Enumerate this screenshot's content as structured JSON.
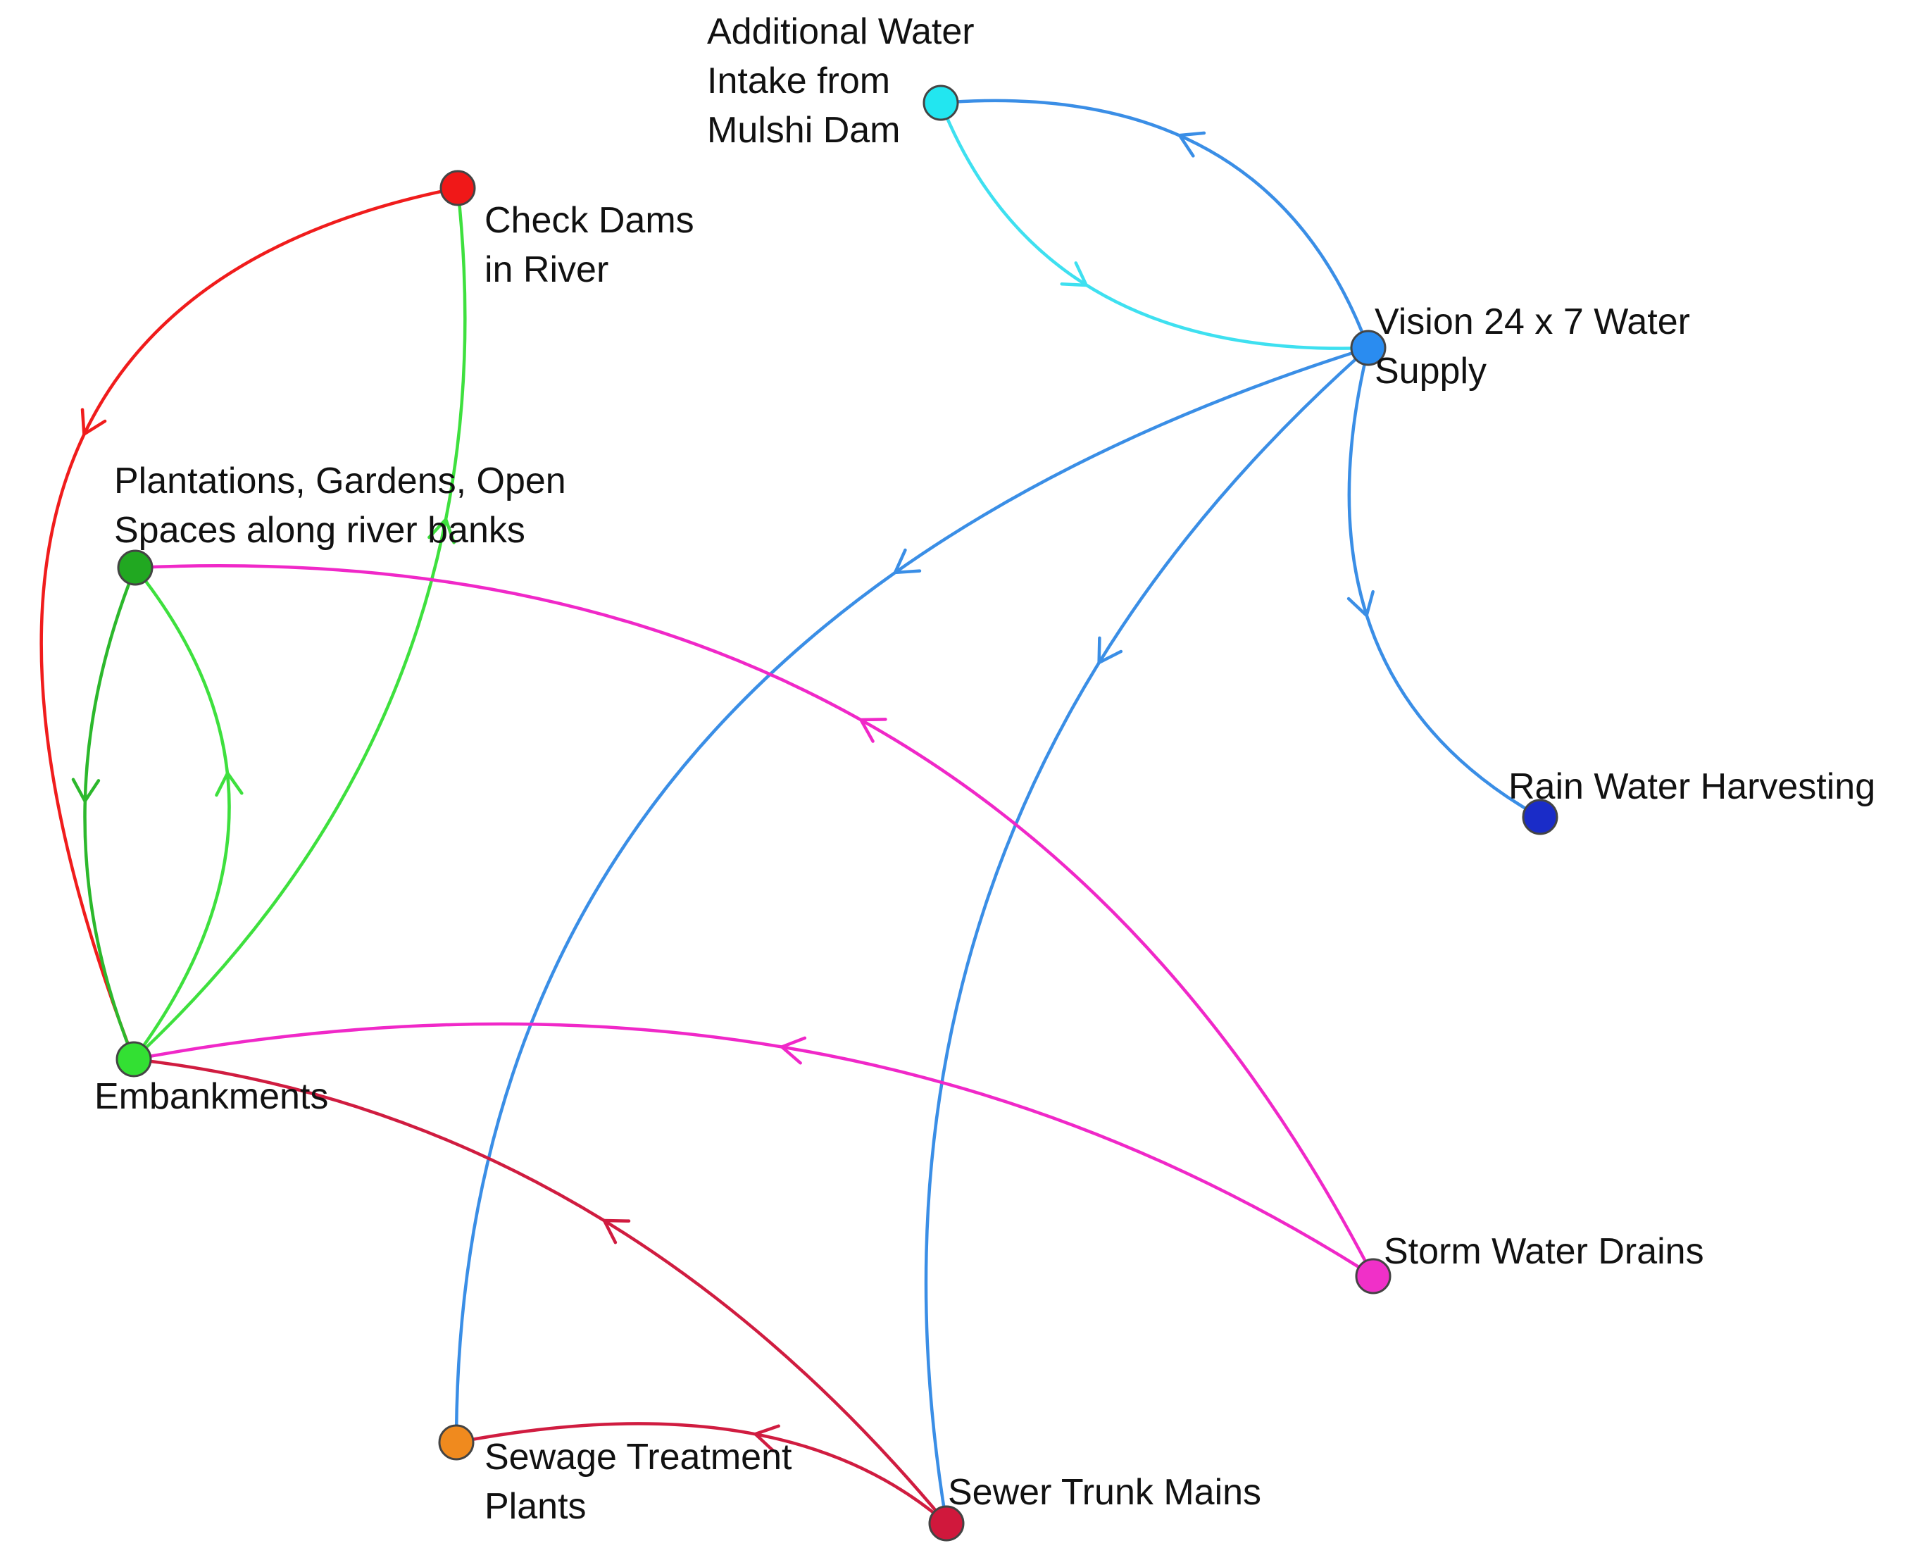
{
  "diagram": {
    "nodes": [
      {
        "id": "mulshi",
        "color": "#22e6f0",
        "label_lines": [
          "Additional Water",
          "Intake from",
          "Mulshi Dam"
        ]
      },
      {
        "id": "checkdams",
        "color": "#f01818",
        "label_lines": [
          "Check Dams",
          "in River"
        ]
      },
      {
        "id": "vision",
        "color": "#2a8cf0",
        "label_lines": [
          "Vision 24 x 7 Water",
          "Supply"
        ]
      },
      {
        "id": "plantations",
        "color": "#21a821",
        "label_lines": [
          "Plantations, Gardens, Open",
          "Spaces along river banks"
        ]
      },
      {
        "id": "rwh",
        "color": "#1a2cc8",
        "label_lines": [
          "Rain Water Harvesting"
        ]
      },
      {
        "id": "embankments",
        "color": "#33e033",
        "label_lines": [
          "Embankments"
        ]
      },
      {
        "id": "storm",
        "color": "#f030c8",
        "label_lines": [
          "Storm Water Drains"
        ]
      },
      {
        "id": "stp",
        "color": "#f08a1e",
        "label_lines": [
          "Sewage Treatment",
          "Plants"
        ]
      },
      {
        "id": "sewer",
        "color": "#d0183c",
        "label_lines": [
          "Sewer Trunk Mains"
        ]
      }
    ],
    "edges": [
      {
        "from": "vision",
        "to": "mulshi",
        "color": "#3a8ee6"
      },
      {
        "from": "mulshi",
        "to": "vision",
        "color": "#3ee0f0"
      },
      {
        "from": "vision",
        "to": "rwh",
        "color": "#3a8ee6"
      },
      {
        "from": "vision",
        "to": "stp",
        "color": "#3a8ee6"
      },
      {
        "from": "vision",
        "to": "sewer",
        "color": "#3a8ee6"
      },
      {
        "from": "checkdams",
        "to": "embankments",
        "color": "#f01c1c"
      },
      {
        "from": "embankments",
        "to": "checkdams",
        "color": "#3ee03e"
      },
      {
        "from": "plantations",
        "to": "embankments",
        "color": "#2cb82c"
      },
      {
        "from": "embankments",
        "to": "plantations",
        "color": "#3ee03e"
      },
      {
        "from": "storm",
        "to": "plantations",
        "color": "#f028c8"
      },
      {
        "from": "storm",
        "to": "embankments",
        "color": "#f028c8"
      },
      {
        "from": "sewer",
        "to": "embankments",
        "color": "#d01c40"
      },
      {
        "from": "sewer",
        "to": "stp",
        "color": "#d01c40"
      }
    ]
  }
}
